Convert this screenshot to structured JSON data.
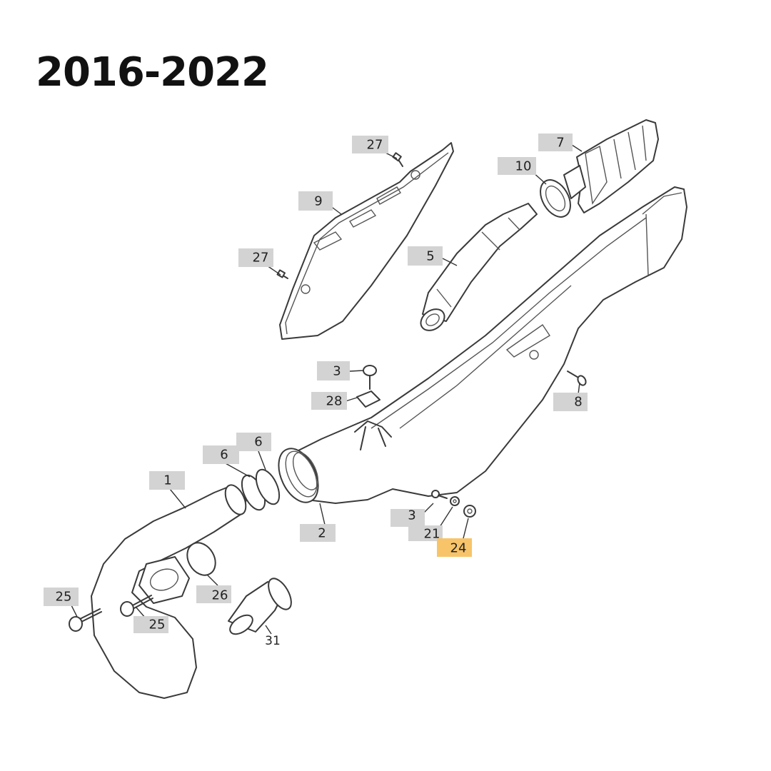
{
  "title": "2016-2022",
  "colors": {
    "callout_default": "#d3d3d3",
    "callout_highlight": "#f7c46a",
    "line": "#3a3a3a"
  },
  "callouts": [
    {
      "id": "c27a",
      "label": "27",
      "highlighted": false
    },
    {
      "id": "c27b",
      "label": "27",
      "highlighted": false
    },
    {
      "id": "c9",
      "label": "9",
      "highlighted": false
    },
    {
      "id": "c7",
      "label": "7",
      "highlighted": false
    },
    {
      "id": "c10",
      "label": "10",
      "highlighted": false
    },
    {
      "id": "c5",
      "label": "5",
      "highlighted": false
    },
    {
      "id": "c3a",
      "label": "3",
      "highlighted": false
    },
    {
      "id": "c28",
      "label": "28",
      "highlighted": false
    },
    {
      "id": "c8",
      "label": "8",
      "highlighted": false
    },
    {
      "id": "c6a",
      "label": "6",
      "highlighted": false
    },
    {
      "id": "c6b",
      "label": "6",
      "highlighted": false
    },
    {
      "id": "c1",
      "label": "1",
      "highlighted": false
    },
    {
      "id": "c2",
      "label": "2",
      "highlighted": false
    },
    {
      "id": "c3b",
      "label": "3",
      "highlighted": false
    },
    {
      "id": "c21",
      "label": "21",
      "highlighted": false
    },
    {
      "id": "c24",
      "label": "24",
      "highlighted": true
    },
    {
      "id": "c25a",
      "label": "25",
      "highlighted": false
    },
    {
      "id": "c25b",
      "label": "25",
      "highlighted": false
    },
    {
      "id": "c26",
      "label": "26",
      "highlighted": false
    },
    {
      "id": "c31",
      "label": "31",
      "highlighted": false
    }
  ]
}
